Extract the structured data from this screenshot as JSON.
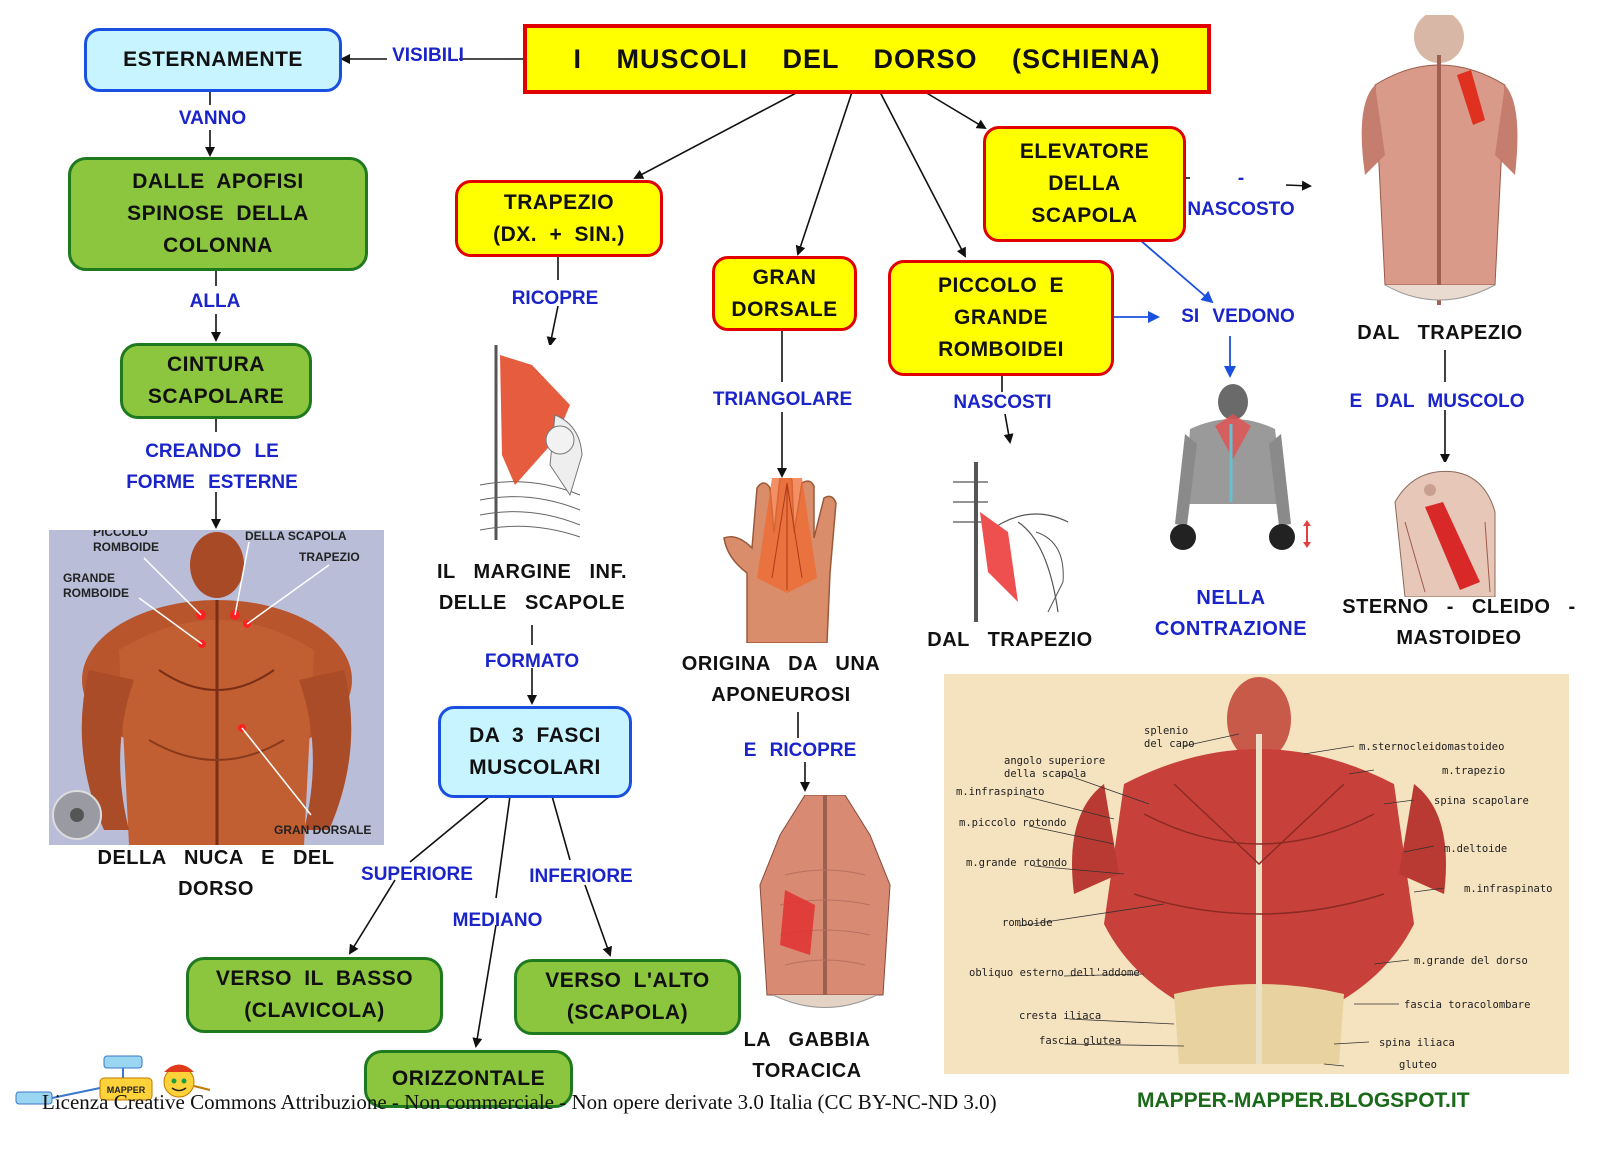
{
  "title": "I MUSCOLI DEL DORSO (SCHIENA)",
  "nodes": {
    "esternamente": "ESTERNAMENTE",
    "dalle_apofisi": "DALLE APOFISI\nSPINOSE DELLA\nCOLONNA",
    "cintura": "CINTURA\nSCAPOLARE",
    "trapezio": "TRAPEZIO\n(DX. + SIN.)",
    "gran_dorsale": "GRAN\nDORSALE",
    "romboidei": "PICCOLO E\nGRANDE\nROMBOIDEI",
    "elevatore": "ELEVATORE\nDELLA\nSCAPOLA",
    "da3fasci": "DA 3 FASCI\nMUSCOLARI",
    "verso_basso": "VERSO IL BASSO\n(CLAVICOLA)",
    "verso_alto": "VERSO L'ALTO\n(SCAPOLA)",
    "orizzontale": "ORIZZONTALE"
  },
  "link_labels": {
    "visibili": "VISIBILI",
    "vanno": "VANNO",
    "alla": "ALLA",
    "creando": "CREANDO LE\nFORME ESTERNE",
    "ricopre": "RICOPRE",
    "formato": "FORMATO",
    "superiore": "SUPERIORE",
    "mediano": "MEDIANO",
    "inferiore": "INFERIORE",
    "triangolare": "TRIANGOLARE",
    "e_ricopre": "E RICOPRE",
    "nascosti": "NASCOSTI",
    "si_vedono": "SI VEDONO",
    "nascosto": "-NASCOSTO",
    "e_dal_muscolo": "E DAL MUSCOLO"
  },
  "texts": {
    "della_nuca": "DELLA NUCA E DEL\nDORSO",
    "margine": "IL MARGINE INF.\nDELLE SCAPOLE",
    "origina": "ORIGINA DA UNA\nAPONEUROSI",
    "gabbia": "LA GABBIA\nTORACICA",
    "dal_trapezio_1": "DAL TRAPEZIO",
    "nella_contrazione": "NELLA\nCONTRAZIONE",
    "dal_trapezio_2": "DAL TRAPEZIO",
    "sterno": "STERNO - CLEIDO -\nMASTOIDEO"
  },
  "photo_labels": {
    "piccolo_romboide": "PICCOLO\nROMBOIDE",
    "elevatore": "ELEVATORE\nDELLA SCAPOLA",
    "trapezio": "TRAPEZIO",
    "grande_romboide": "GRANDE\nROMBOIDE",
    "gran_dorsale": "GRAN DORSALE"
  },
  "anatomy_labels": {
    "left": [
      "splenio\ndel capo",
      "angolo superiore\ndella scapola",
      "m.infraspinato",
      "m.piccolo rotondo",
      "m.grande rotondo",
      "romboide",
      "obliquo esterno dell'addome",
      "cresta iliaca",
      "fascia glutea"
    ],
    "right": [
      "m.sternocleidomastoideo",
      "m.trapezio",
      "spina scapolare",
      "m.deltoide",
      "m.infraspinato",
      "m.grande del dorso",
      "fascia toracolombare",
      "spina iliaca",
      "gluteo"
    ]
  },
  "footer": {
    "license": "Licenza Creative Commons Attribuzione - Non commerciale - Non opere derivate 3.0 Italia (CC BY-NC-ND 3.0)",
    "site": "MAPPER-MAPPER.BLOGSPOT.IT",
    "logo_text": "MAPPER"
  },
  "colors": {
    "node_green": "#8cc63e",
    "node_yellow": "#ffff00",
    "node_cyan": "#c8f4ff",
    "border_red": "#e00000",
    "label_blue": "#1a24c8"
  }
}
